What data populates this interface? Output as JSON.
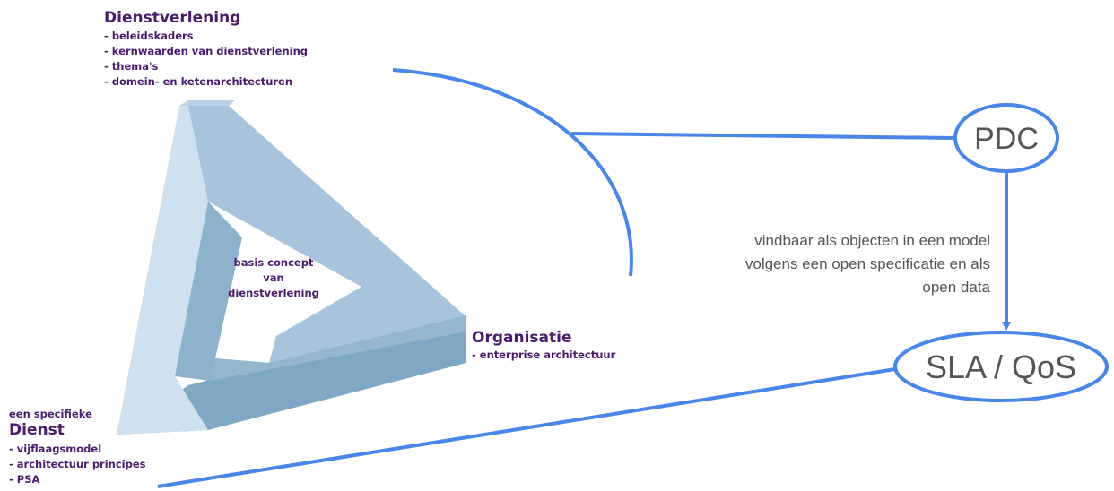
{
  "diagram": {
    "top_block": {
      "heading": "Dienstverlening",
      "items": [
        "- beleidskaders",
        "- kernwaarden van dienstverlening",
        "- thema's",
        "- domein- en ketenarchitecturen"
      ]
    },
    "right_block": {
      "heading": "Organisatie",
      "items": [
        "- enterprise architectuur"
      ]
    },
    "bottom_block": {
      "intro": "een specifieke",
      "heading": "Dienst",
      "items": [
        "- vijflaagsmodel",
        "- architectuur principes",
        "- PSA"
      ]
    },
    "center_text": [
      "basis concept",
      "van",
      "dienstverlening"
    ],
    "nodes": {
      "pdc": "PDC",
      "sla": "SLA / QoS"
    },
    "arrow_label": [
      "vindbaar als objecten in een model",
      "volgens een open specificatie en als",
      "open data"
    ]
  },
  "colors": {
    "text_purple": "#4b1a6e",
    "line_blue": "#4a86e8",
    "tri_light": "#cfe0ef",
    "tri_mid": "#a8c3dc",
    "tri_dark": "#7fa8c4",
    "grey_text": "#555555"
  }
}
